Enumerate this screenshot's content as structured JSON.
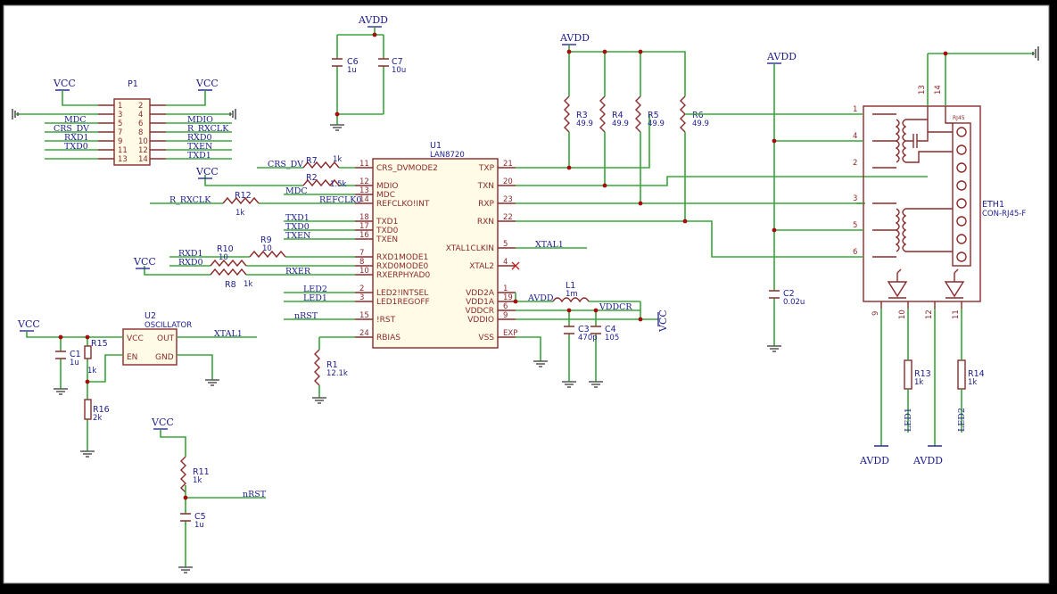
{
  "power": {
    "avdd": "AVDD",
    "vcc": "VCC"
  },
  "nets": {
    "mdc": "MDC",
    "mdio": "MDIO",
    "crs_dv": "CRS_DV",
    "r_rxclk": "R_RXCLK",
    "rxd1": "RXD1",
    "rxd0": "RXD0",
    "txd0": "TXD0",
    "txd1": "TXD1",
    "txen": "TXEN",
    "rxer": "RXER",
    "refclk0": "REFCLK0",
    "led1": "LED1",
    "led2": "LED2",
    "nrst": "nRST",
    "xtal1": "XTAL1",
    "vddcr": "VDDCR"
  },
  "p1": {
    "ref": "P1",
    "pins_left": [
      "1",
      "3",
      "5",
      "7",
      "9",
      "11",
      "13"
    ],
    "pins_right": [
      "2",
      "4",
      "6",
      "8",
      "10",
      "12",
      "14"
    ]
  },
  "u1": {
    "ref": "U1",
    "value": "LAN8720",
    "left_pins": [
      {
        "num": "11",
        "name": "CRS_DVMODE2"
      },
      {
        "num": "12",
        "name": "MDIO"
      },
      {
        "num": "13",
        "name": "MDC"
      },
      {
        "num": "14",
        "name": "REFCLKO!INT"
      },
      {
        "num": "18",
        "name": "TXD1"
      },
      {
        "num": "17",
        "name": "TXD0"
      },
      {
        "num": "16",
        "name": "TXEN"
      },
      {
        "num": "7",
        "name": "RXD1MODE1"
      },
      {
        "num": "8",
        "name": "RXD0MODE0"
      },
      {
        "num": "10",
        "name": "RXERPHYAD0"
      },
      {
        "num": "2",
        "name": "LED2!INTSEL"
      },
      {
        "num": "3",
        "name": "LED1REGOFF"
      },
      {
        "num": "15",
        "name": "!RST"
      },
      {
        "num": "24",
        "name": "RBIAS"
      }
    ],
    "right_pins": [
      {
        "num": "21",
        "name": "TXP"
      },
      {
        "num": "20",
        "name": "TXN"
      },
      {
        "num": "23",
        "name": "RXP"
      },
      {
        "num": "22",
        "name": "RXN"
      },
      {
        "num": "5",
        "name": "XTAL1CLKIN"
      },
      {
        "num": "4",
        "name": "XTAL2"
      },
      {
        "num": "1",
        "name": "VDD2A"
      },
      {
        "num": "19",
        "name": "VDD1A"
      },
      {
        "num": "6",
        "name": "VDDCR"
      },
      {
        "num": "9",
        "name": "VDDIO"
      },
      {
        "num": "EXP",
        "name": "VSS"
      }
    ]
  },
  "u2": {
    "ref": "U2",
    "value": "OSCILLATOR",
    "pin_vcc": "VCC",
    "pin_out": "OUT",
    "pin_en": "EN",
    "pin_gnd": "GND"
  },
  "eth1": {
    "ref": "ETH1",
    "value": "CON-RJ45-F",
    "jack_label": "RJ45",
    "pins": [
      "1",
      "4",
      "2",
      "3",
      "5",
      "6"
    ],
    "top_pins": [
      "13",
      "14"
    ],
    "bottom_pins": [
      "9",
      "10",
      "12",
      "11"
    ]
  },
  "parts": {
    "r1": {
      "ref": "R1",
      "value": "12.1k"
    },
    "r2": {
      "ref": "R2",
      "value": "1.5k"
    },
    "r3": {
      "ref": "R3",
      "value": "49.9"
    },
    "r4": {
      "ref": "R4",
      "value": "49.9"
    },
    "r5": {
      "ref": "R5",
      "value": "49.9"
    },
    "r6": {
      "ref": "R6",
      "value": "49.9"
    },
    "r7": {
      "ref": "R7",
      "value": "1k"
    },
    "r8": {
      "ref": "R8",
      "value": "1k"
    },
    "r9": {
      "ref": "R9",
      "value": "10"
    },
    "r10": {
      "ref": "R10",
      "value": "10"
    },
    "r11": {
      "ref": "R11",
      "value": "1k"
    },
    "r12": {
      "ref": "R12",
      "value": "1k"
    },
    "r13": {
      "ref": "R13",
      "value": "1k"
    },
    "r14": {
      "ref": "R14",
      "value": "1k"
    },
    "r15": {
      "ref": "R15",
      "value": "1k"
    },
    "r16": {
      "ref": "R16",
      "value": "2k"
    },
    "c1": {
      "ref": "C1",
      "value": "1u"
    },
    "c2": {
      "ref": "C2",
      "value": "0.02u"
    },
    "c3": {
      "ref": "C3",
      "value": "470p"
    },
    "c4": {
      "ref": "C4",
      "value": "105"
    },
    "c5": {
      "ref": "C5",
      "value": "1u"
    },
    "c6": {
      "ref": "C6",
      "value": "1u"
    },
    "c7": {
      "ref": "C7",
      "value": "10u"
    },
    "l1": {
      "ref": "L1",
      "value": "1m"
    }
  }
}
